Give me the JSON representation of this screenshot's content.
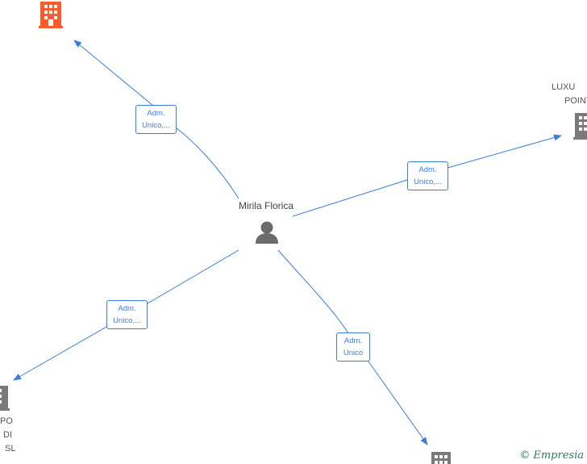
{
  "center": {
    "name": "Mirila Florica",
    "icon": "person-icon"
  },
  "companies": [
    {
      "id": "top-left",
      "label_lines": [],
      "icon": "building-icon",
      "color": "#ff5a2b"
    },
    {
      "id": "right",
      "label_lines": [
        "LUXU",
        "POINT"
      ],
      "icon": "building-icon",
      "color": "#7a7a7a"
    },
    {
      "id": "bottom-left",
      "label_lines": [
        "PO",
        "DI",
        "SL"
      ],
      "icon": "building-icon",
      "color": "#7a7a7a"
    },
    {
      "id": "bottom",
      "label_lines": [],
      "icon": "building-icon",
      "color": "#7a7a7a"
    }
  ],
  "edges": [
    {
      "to": "top-left",
      "label_lines": [
        "Adm.",
        "Unico,..."
      ]
    },
    {
      "to": "right",
      "label_lines": [
        "Adm.",
        "Unico,..."
      ]
    },
    {
      "to": "bottom-left",
      "label_lines": [
        "Adm.",
        "Unico,..."
      ]
    },
    {
      "to": "bottom",
      "label_lines": [
        "Adm.",
        "Unico"
      ]
    }
  ],
  "colors": {
    "edge": "#3b7ddd",
    "highlight_company": "#ff5a2b",
    "company": "#7a7a7a",
    "person": "#6b6b6b"
  },
  "brand": {
    "copyright": "©",
    "name": "Empresia"
  }
}
